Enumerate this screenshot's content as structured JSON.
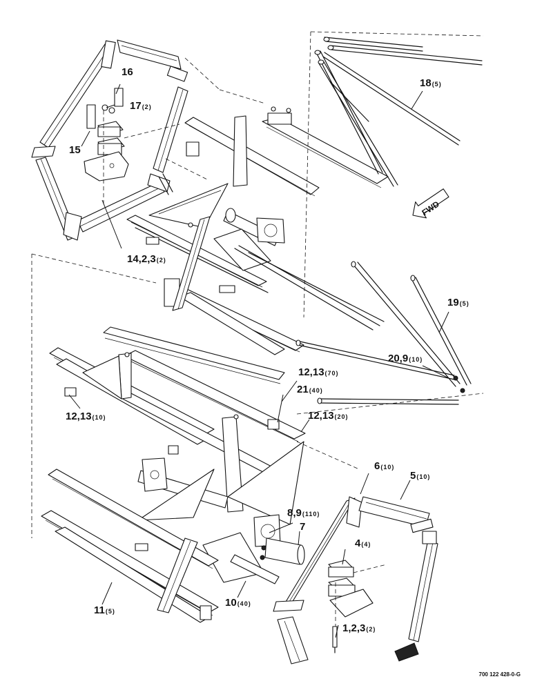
{
  "diagram": {
    "figure_ref": "700 122 428-0-G",
    "forward_label": "FWD",
    "callouts": [
      {
        "id": "c16",
        "label": "16",
        "qty": ""
      },
      {
        "id": "c17",
        "label": "17",
        "qty": "(2)"
      },
      {
        "id": "c15",
        "label": "15",
        "qty": ""
      },
      {
        "id": "c14",
        "label": "14,2,3",
        "qty": "(2)"
      },
      {
        "id": "c18",
        "label": "18",
        "qty": "(5)"
      },
      {
        "id": "c19",
        "label": "19",
        "qty": "(5)"
      },
      {
        "id": "c20",
        "label": "20,9",
        "qty": "(10)"
      },
      {
        "id": "c12a",
        "label": "12,13",
        "qty": "(70)"
      },
      {
        "id": "c21",
        "label": "21",
        "qty": "(40)"
      },
      {
        "id": "c12b",
        "label": "12,13",
        "qty": "(20)"
      },
      {
        "id": "c12c",
        "label": "12,13",
        "qty": "(10)"
      },
      {
        "id": "c6",
        "label": "6",
        "qty": "(10)"
      },
      {
        "id": "c5",
        "label": "5",
        "qty": "(10)"
      },
      {
        "id": "c8",
        "label": "8,9",
        "qty": "(110)"
      },
      {
        "id": "c7",
        "label": "7",
        "qty": ""
      },
      {
        "id": "c4",
        "label": "4",
        "qty": "(4)"
      },
      {
        "id": "c10",
        "label": "10",
        "qty": "(40)"
      },
      {
        "id": "c11",
        "label": "11",
        "qty": "(5)"
      },
      {
        "id": "c1",
        "label": "1,2,3",
        "qty": "(2)"
      }
    ]
  }
}
